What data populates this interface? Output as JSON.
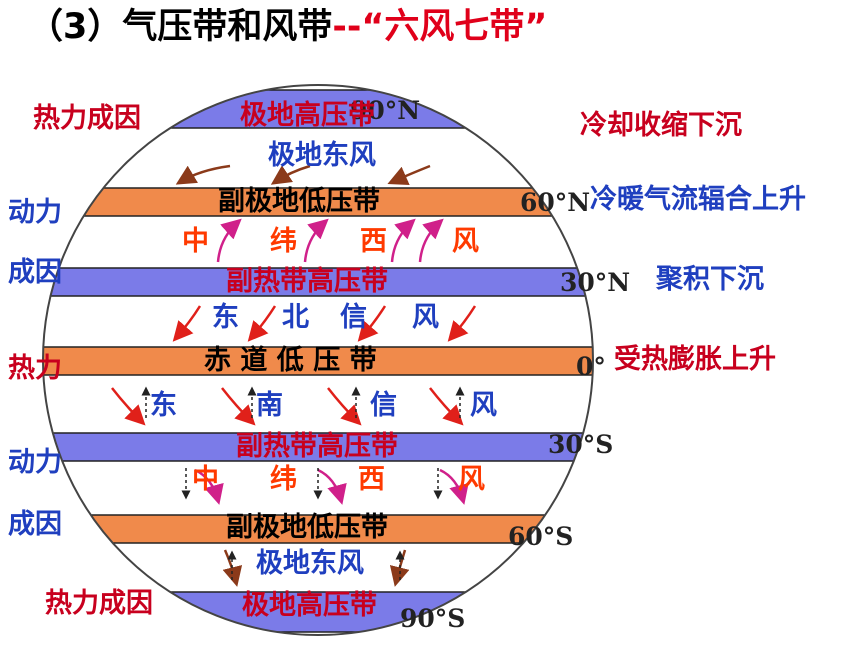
{
  "title": {
    "main": "（3）气压带和风带",
    "dash": "--",
    "highlight": "“六风七带”"
  },
  "belts": {
    "north_polar_high": "极地高压带",
    "north_subpolar_low": "副极地低压带",
    "north_subtropical_high": "副热带高压带",
    "equatorial_low": "赤 道 低 压 带",
    "south_subtropical_high": "副热带高压带",
    "south_subpolar_low": "副极地低压带",
    "south_polar_high": "极地高压带"
  },
  "winds": {
    "north_polar_easterlies": "极地东风",
    "north_westerlies": [
      "中",
      "纬",
      "西",
      "风"
    ],
    "ne_trades": [
      "东",
      "北",
      "信",
      "风"
    ],
    "se_trades": [
      "东",
      "南",
      "信",
      "风"
    ],
    "south_westerlies": [
      "中",
      "纬",
      "西",
      "风"
    ],
    "south_polar_easterlies": "极地东风"
  },
  "latitudes": {
    "n90": "90°N",
    "n60": "60°N",
    "n30": "30°N",
    "eq": "0°",
    "s30": "30°S",
    "s60": "60°S",
    "s90": "90°S"
  },
  "left_labels": {
    "thermal_top": "热力成因",
    "dynamic_top_1": "动力",
    "dynamic_top_2": "成因",
    "thermal_mid": "热力",
    "dynamic_bottom_1": "动力",
    "dynamic_bottom_2": "成因",
    "thermal_bottom": "热力成因"
  },
  "right_labels": {
    "polar_process": "冷却收缩下沉",
    "subpolar_process": "冷暖气流辐合上升",
    "subtropical_process": "聚积下沉",
    "equatorial_process": "受热膨胀上升"
  },
  "colors": {
    "low_pressure_belt": "#f08a4b",
    "high_pressure_belt": "#7b7be8",
    "label_red": "#c8001e",
    "label_blue": "#1f3fbf",
    "label_orange": "#ff3a00"
  }
}
